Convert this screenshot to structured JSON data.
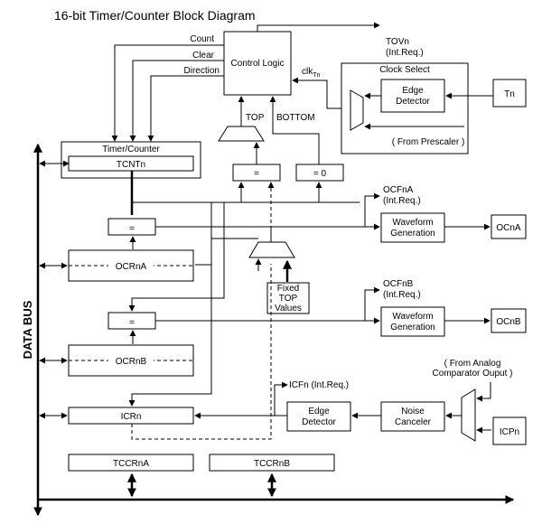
{
  "title": "16-bit Timer/Counter Block Diagram",
  "labels": {
    "count": "Count",
    "clear": "Clear",
    "direction": "Direction",
    "control_logic": "Control Logic",
    "tov": "TOVn",
    "tov_int": "(Int.Req.)",
    "clk_main": "clk",
    "clk_sub": "Tn",
    "clock_select": "Clock Select",
    "edge": "Edge",
    "detector": "Detector",
    "tn": "Tn",
    "from_prescaler": "( From Prescaler )",
    "top": "TOP",
    "bottom": "BOTTOM",
    "timer_counter": "Timer/Counter",
    "tcnt": "TCNTn",
    "eq": "=",
    "eq0": "= 0",
    "ocfa": "OCFnA",
    "ocfa_int": "(Int.Req.)",
    "wave1": "Waveform",
    "wave2": "Generation",
    "ocna": "OCnA",
    "ocra": "OCRnA",
    "fixed1": "Fixed",
    "fixed2": "TOP",
    "fixed3": "Values",
    "ocfb": "OCFnB",
    "ocfb_int": "(Int.Req.)",
    "ocnb": "OCnB",
    "ocrb": "OCRnB",
    "data_bus": "DATA BUS",
    "from_analog1": "( From Analog",
    "from_analog2": "Comparator Ouput )",
    "icf": "ICFn (Int.Req.)",
    "icr": "ICRn",
    "noise1": "Noise",
    "noise2": "Canceler",
    "icp": "ICPn",
    "tccra": "TCCRnA",
    "tccrb": "TCCRnB"
  }
}
